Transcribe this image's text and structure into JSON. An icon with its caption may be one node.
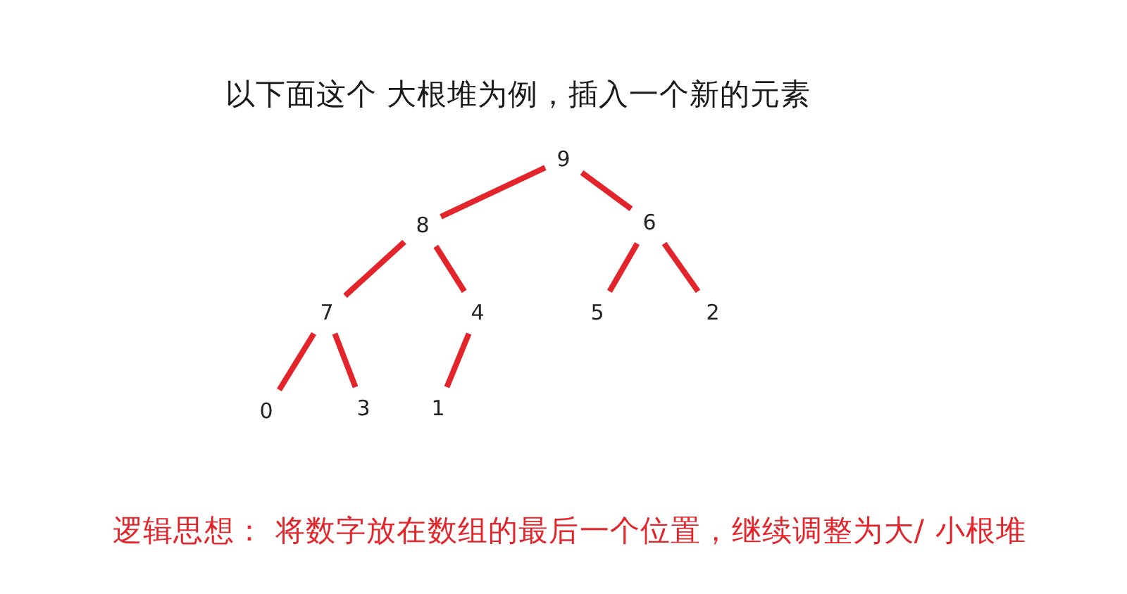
{
  "diagram": {
    "title": "以下面这个 大根堆为例，插入一个新的元素",
    "nodes": [
      {
        "text": [
          "9"
        ]
      },
      {
        "text": [
          "8"
        ]
      },
      {
        "text": [
          "6"
        ]
      },
      {
        "text": [
          "7"
        ]
      },
      {
        "text": [
          "4"
        ]
      },
      {
        "text": [
          "5"
        ]
      },
      {
        "text": [
          "2"
        ]
      },
      {
        "text": [
          "0"
        ]
      },
      {
        "text": [
          "3"
        ]
      },
      {
        "text": [
          "1"
        ]
      }
    ],
    "edges": [
      {
        "from": 0,
        "to": 1,
        "arrow": "none"
      },
      {
        "from": 0,
        "to": 2,
        "arrow": "none"
      },
      {
        "from": 1,
        "to": 3,
        "arrow": "none"
      },
      {
        "from": 1,
        "to": 4,
        "arrow": "none"
      },
      {
        "from": 2,
        "to": 5,
        "arrow": "none"
      },
      {
        "from": 2,
        "to": 6,
        "arrow": "none"
      },
      {
        "from": 3,
        "to": 7,
        "arrow": "none"
      },
      {
        "from": 3,
        "to": 8,
        "arrow": "none"
      },
      {
        "from": 4,
        "to": 9,
        "arrow": "none"
      }
    ],
    "labels": [
      "逻辑思想： 将数字放在数组的最后一个位置，继续调整为大/ 小根堆"
    ]
  }
}
